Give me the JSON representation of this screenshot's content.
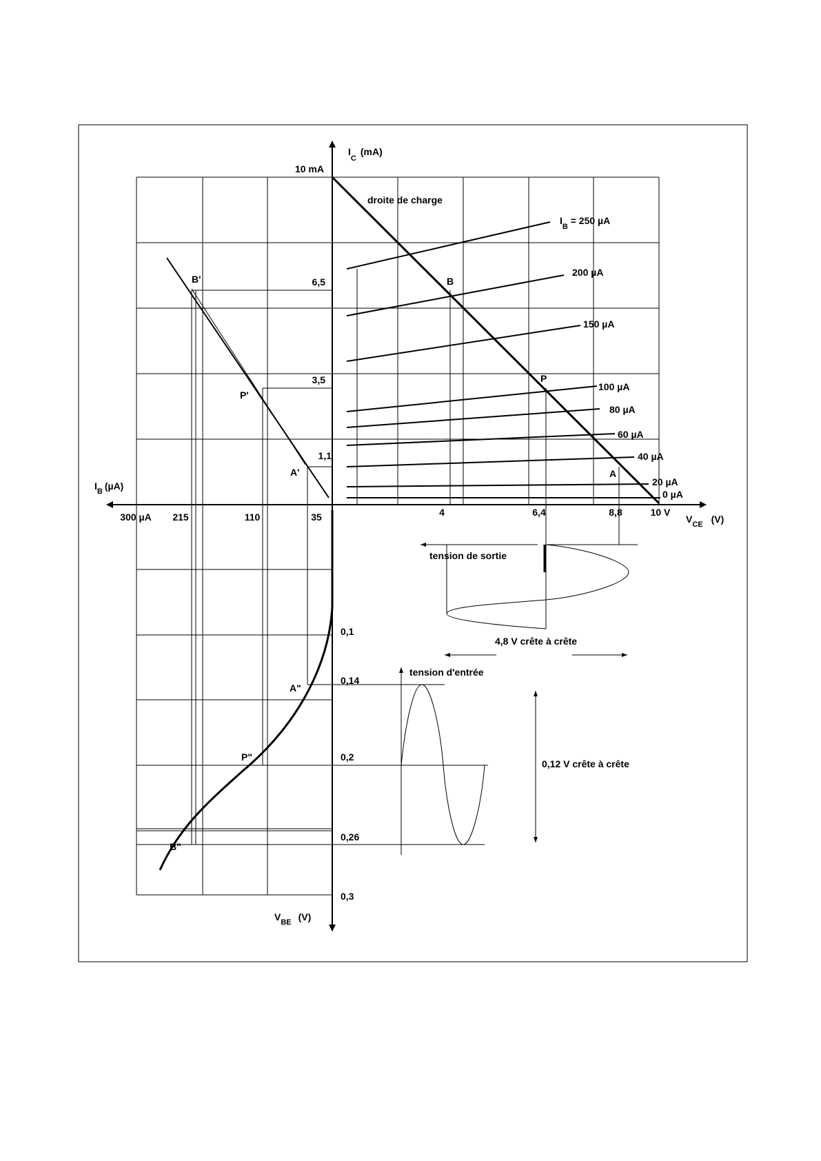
{
  "axes": {
    "ic_label": "I",
    "ic_sub": "C",
    "ic_unit": "(mA)",
    "vce_label": "V",
    "vce_sub": "CE",
    "vce_unit": "(V)",
    "ib_label": "I",
    "ib_sub": "B",
    "ib_unit": "(µA)",
    "vbe_label": "V",
    "vbe_sub": "BE",
    "vbe_unit": "(V)"
  },
  "ic_ticks": [
    "10 mA",
    "6,5",
    "3,5",
    "1,1"
  ],
  "vce_ticks": [
    "4",
    "6,4",
    "8,8",
    "10 V"
  ],
  "ib_ticks": [
    "300 µA",
    "215",
    "110",
    "35"
  ],
  "vbe_ticks": [
    "0,1",
    "0,14",
    "0,2",
    "0,26",
    "0,3"
  ],
  "load_line_label": "droite de charge",
  "curves": {
    "ib_prefix": "I",
    "ib_sub": "B",
    "first_suffix": " = 250 µA",
    "labels": [
      "200 µA",
      "150 µA",
      "100 µA",
      "80 µA",
      "60 µA",
      "40 µA",
      "20 µA",
      "0 µA"
    ]
  },
  "points": {
    "A": "A",
    "B": "B",
    "P": "P",
    "A1": "A'",
    "B1": "B'",
    "P1": "P'",
    "A2": "A\"",
    "B2": "B\"",
    "P2": "P\""
  },
  "output_signal": {
    "label": "tension de sortie",
    "amplitude_label": "4,8 V crête à crête"
  },
  "input_signal": {
    "label": "tension d'entrée",
    "amplitude_label": "0,12 V crête à crête"
  }
}
